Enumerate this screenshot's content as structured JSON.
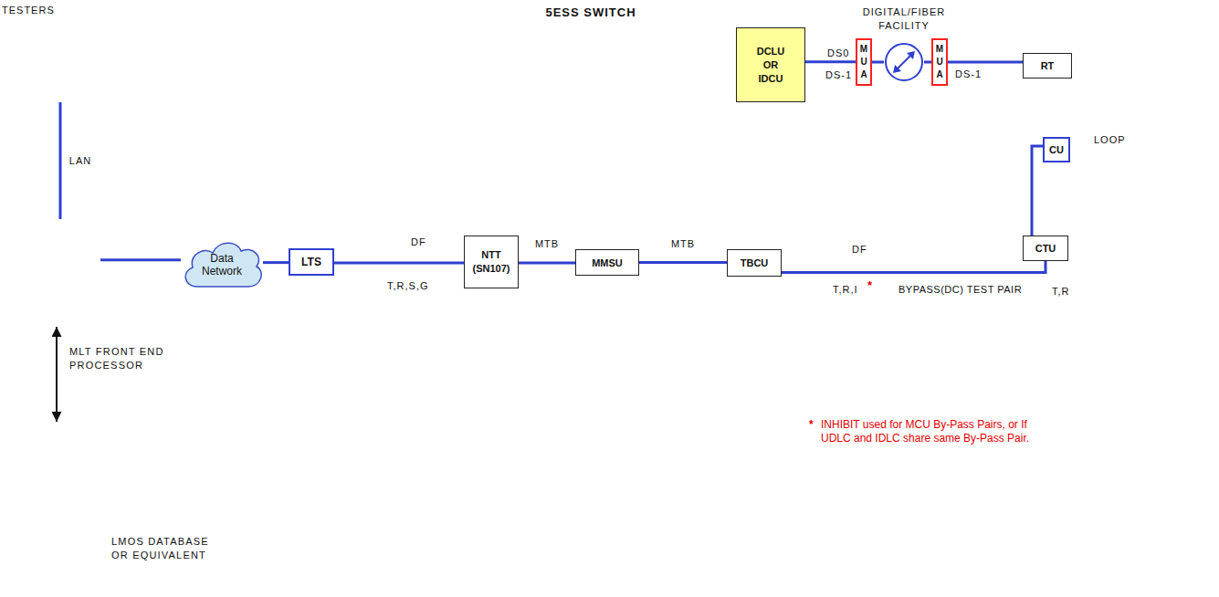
{
  "diagram": {
    "nodes": [
      {
        "text": [
          "TESTERS"
        ]
      },
      {
        "text": [
          "MLT FRONT END PROCESSOR"
        ]
      },
      {
        "text": [
          "LMOS DATABASE OR EQUIVALENT"
        ]
      },
      {
        "text": [
          "Data Network"
        ]
      },
      {
        "text": [
          "LTS"
        ]
      },
      {
        "text": [
          "5ESS SWITCH"
        ]
      },
      {
        "text": [
          "DCLU OR IDCU"
        ],
        "in": 5
      },
      {
        "text": [
          "NTT (SN107)"
        ],
        "in": 5
      },
      {
        "text": [
          "MMSU"
        ],
        "in": 5
      },
      {
        "text": [
          "TBCU"
        ],
        "in": 5
      },
      {
        "text": [
          "M U A"
        ]
      },
      {
        "text": [
          "DIGITAL/FIBER FACILITY"
        ]
      },
      {
        "text": [
          "M U A"
        ]
      },
      {
        "text": [
          "RT"
        ]
      },
      {
        "text": [
          "CU"
        ]
      },
      {
        "text": [
          "CTU"
        ]
      }
    ],
    "edges": [
      {
        "from": 0,
        "to": 1,
        "label": "LAN",
        "arrow": "none"
      },
      {
        "from": 1,
        "to": 2,
        "arrow": "both"
      },
      {
        "from": 1,
        "to": 3,
        "arrow": "none"
      },
      {
        "from": 3,
        "to": 4,
        "arrow": "none"
      },
      {
        "from": 4,
        "to": 7,
        "arrow": "none"
      },
      {
        "from": 7,
        "to": 8,
        "label": "MTB",
        "arrow": "none"
      },
      {
        "from": 8,
        "to": 9,
        "label": "MTB",
        "arrow": "none"
      },
      {
        "from": 9,
        "to": 15,
        "arrow": "none"
      },
      {
        "from": 6,
        "to": 10,
        "arrow": "none"
      },
      {
        "from": 10,
        "to": 11,
        "arrow": "none"
      },
      {
        "from": 11,
        "to": 12,
        "arrow": "none"
      },
      {
        "from": 12,
        "to": 13,
        "arrow": "none"
      },
      {
        "from": 14,
        "to": 15,
        "arrow": "none"
      }
    ],
    "labels": [
      "DF",
      "T,R,S,G",
      "DS0",
      "DS-1",
      "DS-1",
      "LOOP",
      "DF",
      "T,R,I",
      "*",
      "BYPASS(DC) TEST PAIR",
      "T,R",
      "*",
      "INHIBIT used for MCU By-Pass Pairs, or If UDLC and IDLC share same By-Pass Pair."
    ]
  }
}
